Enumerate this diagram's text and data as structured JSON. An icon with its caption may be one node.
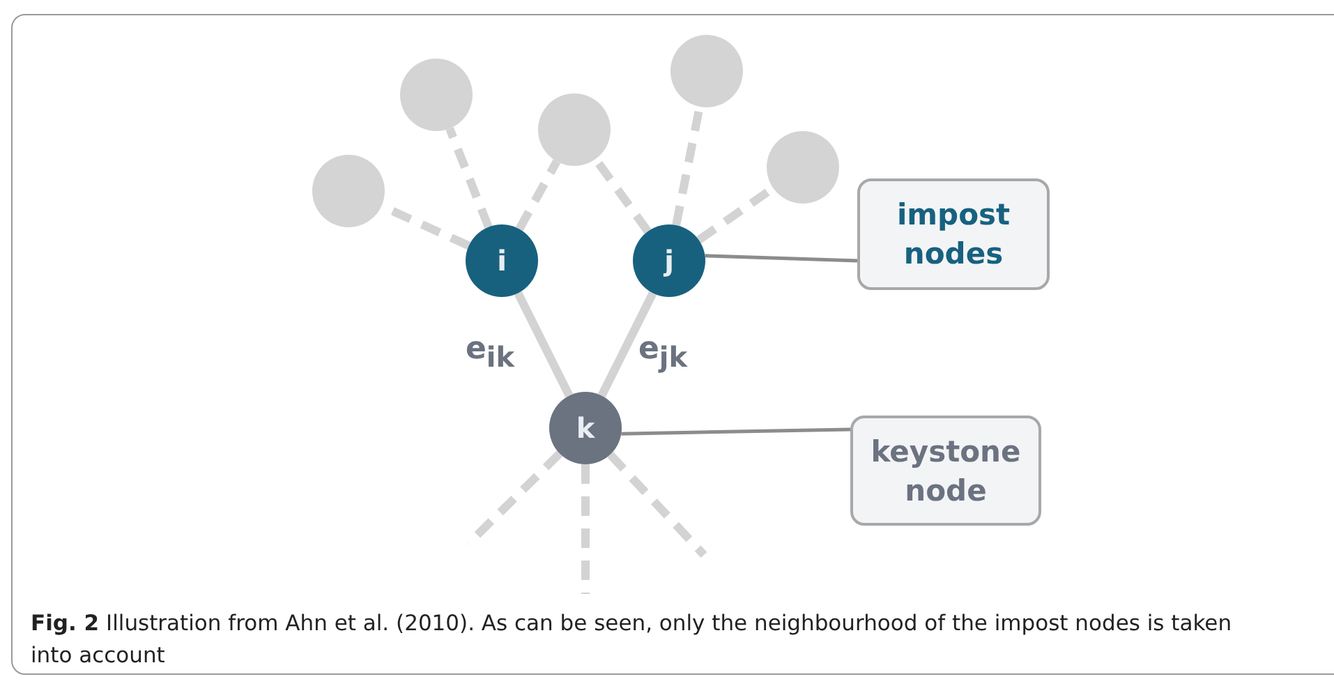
{
  "diagram": {
    "caption": "**Fig. 2** Illustration from Ahn et al. (2010). As can be seen, only the neighbourhood of the impost nodes is taken into account",
    "nodes": [
      {
        "text": [],
        "shape": "circle"
      },
      {
        "text": [],
        "shape": "circle"
      },
      {
        "text": [],
        "shape": "circle"
      },
      {
        "text": [],
        "shape": "circle"
      },
      {
        "text": [],
        "shape": "circle"
      },
      {
        "text": [
          "i"
        ]
      },
      {
        "text": [
          "j"
        ]
      },
      {
        "text": [
          "impost nodes"
        ]
      },
      {
        "text": [
          "k"
        ]
      },
      {
        "text": [
          "keystone node"
        ]
      }
    ],
    "edges": [
      {
        "from": 5,
        "to": 0,
        "arrow": "none",
        "style": "dashed"
      },
      {
        "from": 5,
        "to": 1,
        "arrow": "none",
        "style": "dashed"
      },
      {
        "from": 5,
        "to": 2,
        "arrow": "none",
        "style": "dashed"
      },
      {
        "from": 6,
        "to": 2,
        "arrow": "none",
        "style": "dashed"
      },
      {
        "from": 6,
        "to": 3,
        "arrow": "none",
        "style": "dashed"
      },
      {
        "from": 6,
        "to": 4,
        "arrow": "none",
        "style": "dashed"
      },
      {
        "from": 5,
        "to": 8,
        "arrow": "none",
        "label": "e$_{ik}$"
      },
      {
        "from": 6,
        "to": 8,
        "arrow": "none",
        "label": "e$_{jk}$"
      },
      {
        "from": 6,
        "to": 7,
        "arrow": "none",
        "color": "#8c8c8c"
      },
      {
        "from": 8,
        "to": 9,
        "arrow": "none",
        "color": "#8c8c8c"
      },
      {
        "from": 8,
        "to": null,
        "arrow": "none",
        "style": "dashed"
      },
      {
        "from": 8,
        "to": null,
        "arrow": "none",
        "style": "dashed"
      },
      {
        "from": 8,
        "to": null,
        "arrow": "none",
        "style": "dashed"
      }
    ]
  }
}
